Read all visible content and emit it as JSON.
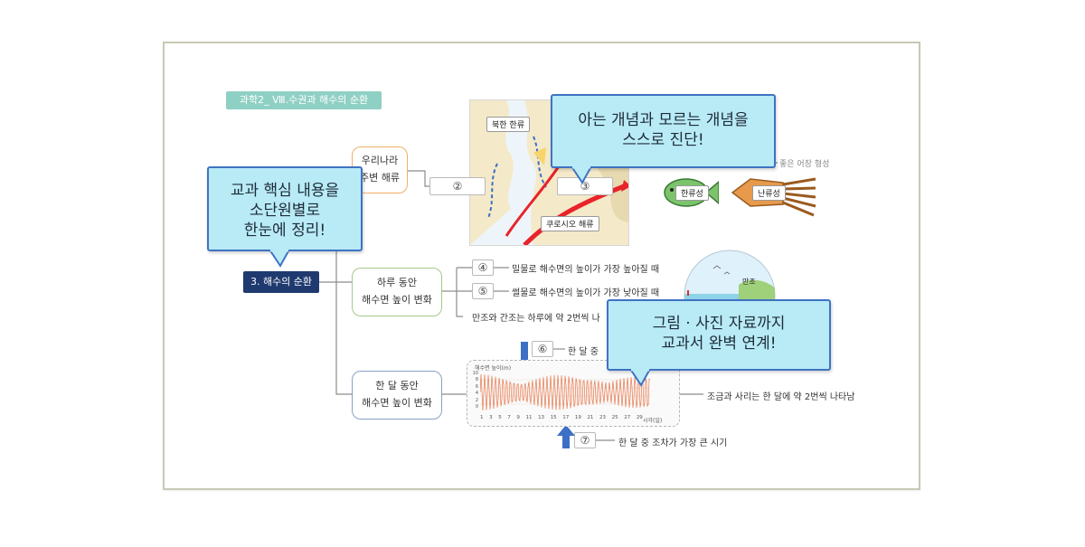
{
  "chapter_label": "과학2_ Ⅷ.수권과 해수의 순환",
  "root_node": "3. 해수의 순환",
  "branch_currents": {
    "line1": "우리나라",
    "line2": "주변 해류"
  },
  "branch_day": {
    "line1": "하루 동안",
    "line2": "해수면 높이 변화"
  },
  "branch_month": {
    "line1": "한 달 동안",
    "line2": "해수면 높이 변화"
  },
  "blanks": {
    "b2": "②",
    "b3": "③",
    "b4": "④",
    "b5": "⑤",
    "b6": "⑥",
    "b7": "⑦"
  },
  "map_labels": {
    "north": "북한 한류",
    "kuroshio": "쿠로시오 해류"
  },
  "fishing_note": "좋은 어장 형성",
  "fish_cold": "한류성",
  "fish_warm": "난류성",
  "day_items": {
    "i4": "밀물로 해수면의 높이가 가장 높아질 때",
    "i5": "썰물로 해수면의 높이가 가장 낮아질 때",
    "i_tide": "만조와 간조는 하루에 약 2번씩 나"
  },
  "month_items": {
    "i6": "한 달 중",
    "spring_neap": "조금과 사리는 한 달에 약 2번씩 나타남",
    "i7": "한 달 중 조차가 가장 큰 시기"
  },
  "illustration_label": "만조",
  "chart": {
    "ylabel": "해수면 높이(m)",
    "xlabel": "시각(일)",
    "y_ticks": [
      "10",
      "8",
      "6",
      "4",
      "2",
      "0"
    ],
    "x_ticks": [
      "1",
      "3",
      "5",
      "7",
      "9",
      "11",
      "13",
      "15",
      "17",
      "19",
      "21",
      "23",
      "25",
      "27",
      "29"
    ]
  },
  "callouts": {
    "top": {
      "line1": "아는 개념과 모르는 개념을",
      "line2": "스스로 진단!"
    },
    "left": {
      "line1": "교과 핵심 내용을",
      "line2": "소단원별로",
      "line3": "한눈에 정리!"
    },
    "right": {
      "line1": "그림 · 사진 자료까지",
      "line2": "교과서 완벽 연계!"
    }
  },
  "colors": {
    "root": "#1f3a6f",
    "chapter": "#8fd0c4",
    "callout_fill": "#b8ebf5",
    "callout_border": "#3f73c2",
    "tide_line": "#e8764a",
    "warm_current": "#e8232a"
  }
}
